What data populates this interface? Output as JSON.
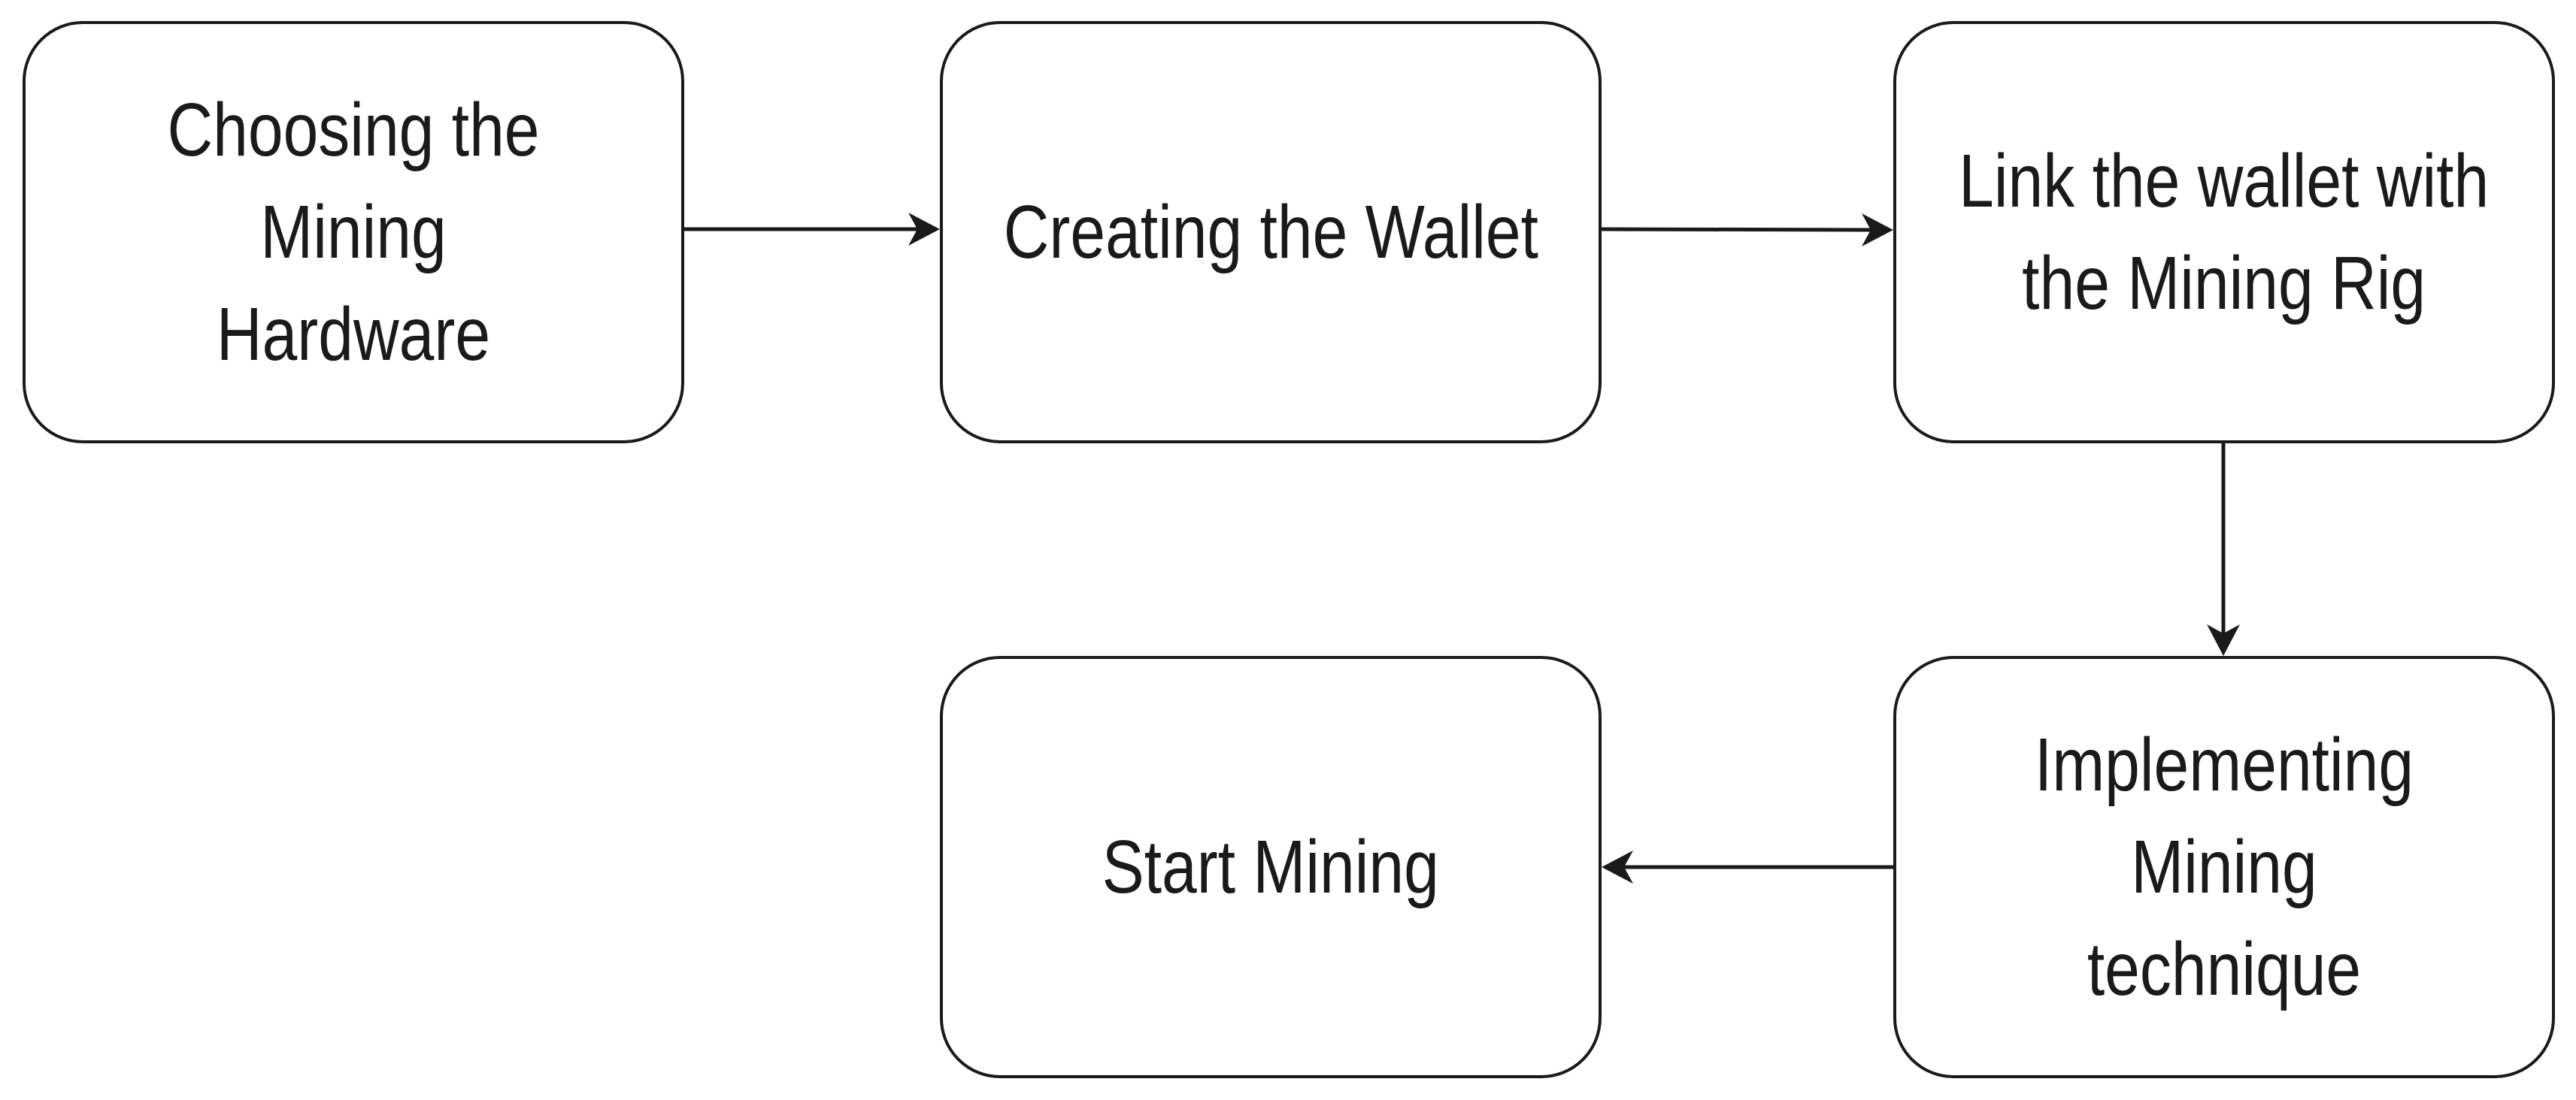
{
  "diagram": {
    "colors": {
      "stroke": "#1a1a1a",
      "background": "#ffffff"
    },
    "nodes": [
      {
        "id": "n1",
        "label": "Choosing the Mining\nHardware"
      },
      {
        "id": "n2",
        "label": "Creating the Wallet"
      },
      {
        "id": "n3",
        "label": "Link the wallet with\nthe Mining Rig"
      },
      {
        "id": "n4",
        "label": "Implementing Mining\ntechnique"
      },
      {
        "id": "n5",
        "label": "Start Mining"
      }
    ],
    "edges": [
      {
        "from": "n1",
        "to": "n2"
      },
      {
        "from": "n2",
        "to": "n3"
      },
      {
        "from": "n3",
        "to": "n4"
      },
      {
        "from": "n4",
        "to": "n5"
      }
    ]
  }
}
